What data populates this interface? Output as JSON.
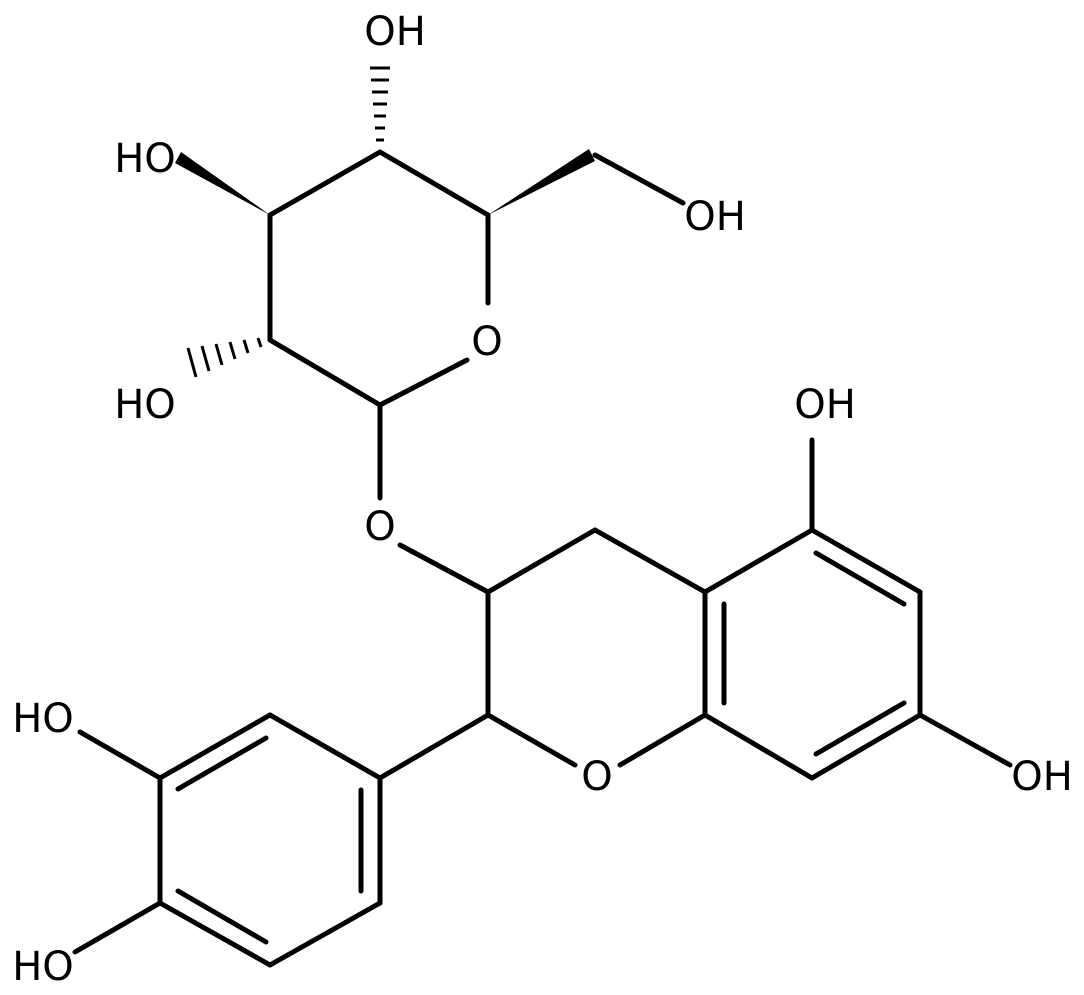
{
  "diagram": {
    "type": "skeletal-formula",
    "line_color": "#000000",
    "background": "#ffffff",
    "labels": {
      "oh_glc_top": "OH",
      "oh_glc_left": "HO",
      "oh_glc_ch2oh": "OH",
      "o_ring_glc": "O",
      "oh_glc_lower": "HO",
      "o_glycosidic": "O",
      "oh_a_top": "OH",
      "oh_b_catechol_upper": "HO",
      "o_ring_c": "O",
      "oh_a_right": "OH",
      "oh_b_catechol_lower": "HO"
    }
  }
}
